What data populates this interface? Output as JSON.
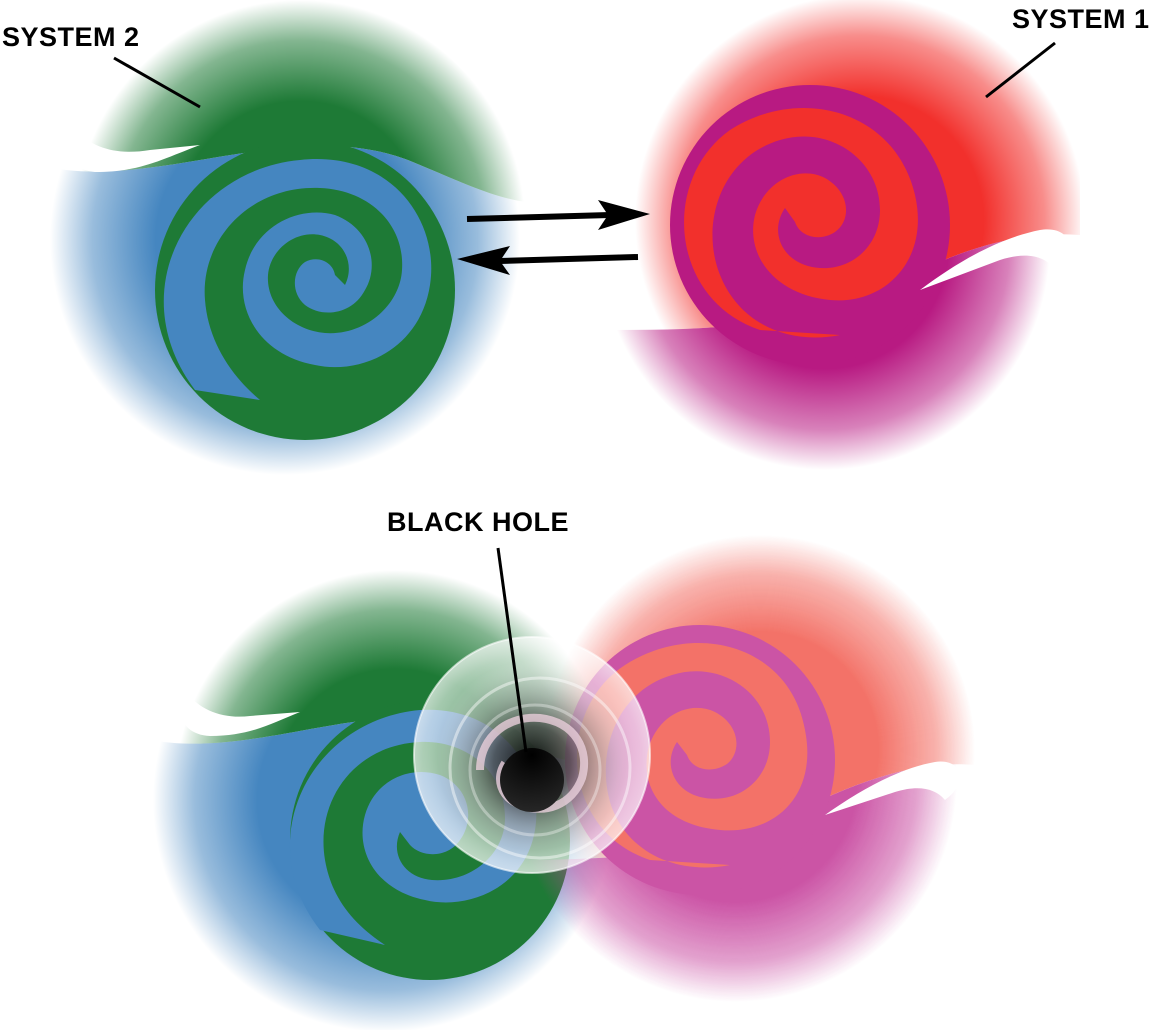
{
  "labels": {
    "system_2": "SYSTEM 2",
    "system_1": "SYSTEM 1",
    "black_hole": "BLACK HOLE"
  },
  "colors": {
    "system_2_primary": "#1e7a36",
    "system_2_secondary": "#4586c0",
    "system_1_primary": "#f2302c",
    "system_1_secondary": "#b81a82",
    "merged_system_1_primary": "#f2675c",
    "merged_system_1_secondary": "#c7469e",
    "black_hole": "#000000",
    "arrows": "#000000"
  }
}
